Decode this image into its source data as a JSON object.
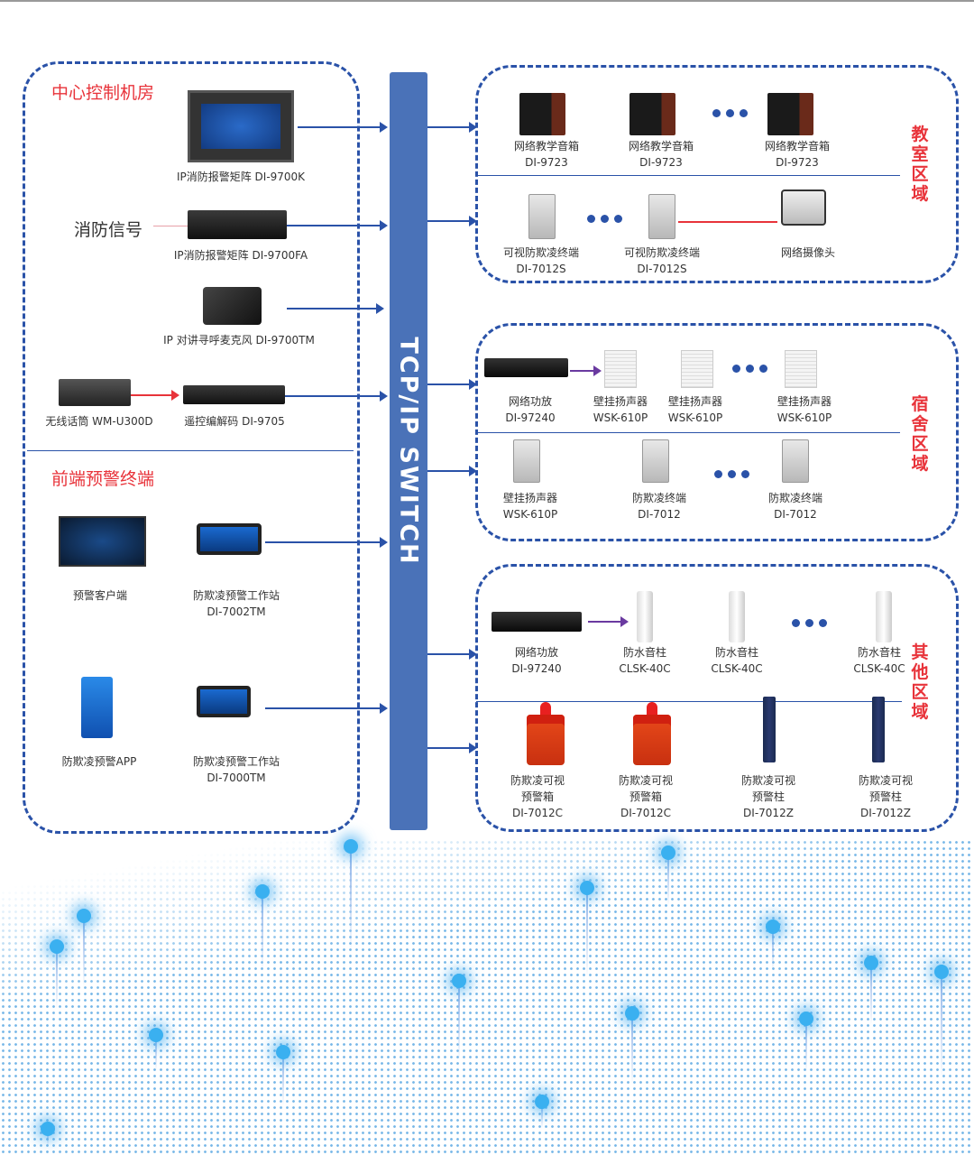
{
  "switch_label": "TCP/IP SWITCH",
  "left": {
    "section1": "中心控制机房",
    "fire_signal": "消防信号",
    "section2": "前端预警终端",
    "devices": [
      {
        "icon": "monitor-rack",
        "lines": [
          "IP消防报警矩阵 DI-9700K"
        ]
      },
      {
        "icon": "rack-unit",
        "lines": [
          "IP消防报警矩阵 DI-9700FA"
        ]
      },
      {
        "icon": "paging-mic",
        "lines": [
          "IP 对讲寻呼麦克风 DI-9700TM"
        ]
      },
      {
        "icon": "wireless-mic",
        "lines": [
          "无线话筒 WM-U300D"
        ]
      },
      {
        "icon": "rack-unit",
        "lines": [
          "遥控编解码  DI-9705"
        ]
      },
      {
        "icon": "client-screen",
        "lines": [
          "预警客户端"
        ]
      },
      {
        "icon": "workstation",
        "lines": [
          "防欺凌预警工作站",
          "DI-7002TM"
        ]
      },
      {
        "icon": "phone-app",
        "lines": [
          "防欺凌预警APP"
        ]
      },
      {
        "icon": "workstation",
        "lines": [
          "防欺凌预警工作站",
          "DI-7000TM"
        ]
      }
    ]
  },
  "zones": [
    {
      "title": "教室区域",
      "devices": [
        {
          "icon": "speaker-box",
          "lines": [
            "网络教学音箱",
            "DI-9723"
          ]
        },
        {
          "icon": "speaker-box",
          "lines": [
            "网络教学音箱",
            "DI-9723"
          ]
        },
        {
          "icon": "speaker-box",
          "lines": [
            "网络教学音箱",
            "DI-9723"
          ]
        },
        {
          "icon": "intercom-panel",
          "lines": [
            "可视防欺凌终端",
            "DI-7012S"
          ]
        },
        {
          "icon": "intercom-panel",
          "lines": [
            "可视防欺凌终端",
            "DI-7012S"
          ]
        },
        {
          "icon": "camera",
          "lines": [
            "网络摄像头"
          ]
        }
      ]
    },
    {
      "title": "宿舍区域",
      "devices": [
        {
          "icon": "amplifier",
          "lines": [
            "网络功放",
            "DI-97240"
          ]
        },
        {
          "icon": "wall-speaker",
          "lines": [
            "壁挂扬声器",
            "WSK-610P"
          ]
        },
        {
          "icon": "wall-speaker",
          "lines": [
            "壁挂扬声器",
            "WSK-610P"
          ]
        },
        {
          "icon": "wall-speaker",
          "lines": [
            "壁挂扬声器",
            "WSK-610P"
          ]
        },
        {
          "icon": "intercom-panel",
          "lines": [
            "壁挂扬声器",
            "WSK-610P"
          ]
        },
        {
          "icon": "intercom-panel",
          "lines": [
            "防欺凌终端",
            "DI-7012"
          ]
        },
        {
          "icon": "intercom-panel",
          "lines": [
            "防欺凌终端",
            "DI-7012"
          ]
        }
      ]
    },
    {
      "title": "其他区域",
      "devices": [
        {
          "icon": "amplifier",
          "lines": [
            "网络功放",
            "DI-97240"
          ]
        },
        {
          "icon": "column-speaker",
          "lines": [
            "防水音柱",
            "CLSK-40C"
          ]
        },
        {
          "icon": "column-speaker",
          "lines": [
            "防水音柱",
            "CLSK-40C"
          ]
        },
        {
          "icon": "column-speaker",
          "lines": [
            "防水音柱",
            "CLSK-40C"
          ]
        },
        {
          "icon": "alarm-box",
          "lines": [
            "防欺凌可视",
            "预警箱",
            "DI-7012C"
          ]
        },
        {
          "icon": "alarm-box",
          "lines": [
            "防欺凌可视",
            "预警箱",
            "DI-7012C"
          ]
        },
        {
          "icon": "alarm-pillar",
          "lines": [
            "防欺凌可视",
            "预警柱",
            "DI-7012Z"
          ]
        },
        {
          "icon": "alarm-pillar",
          "lines": [
            "防欺凌可视",
            "预警柱",
            "DI-7012Z"
          ]
        }
      ]
    }
  ]
}
